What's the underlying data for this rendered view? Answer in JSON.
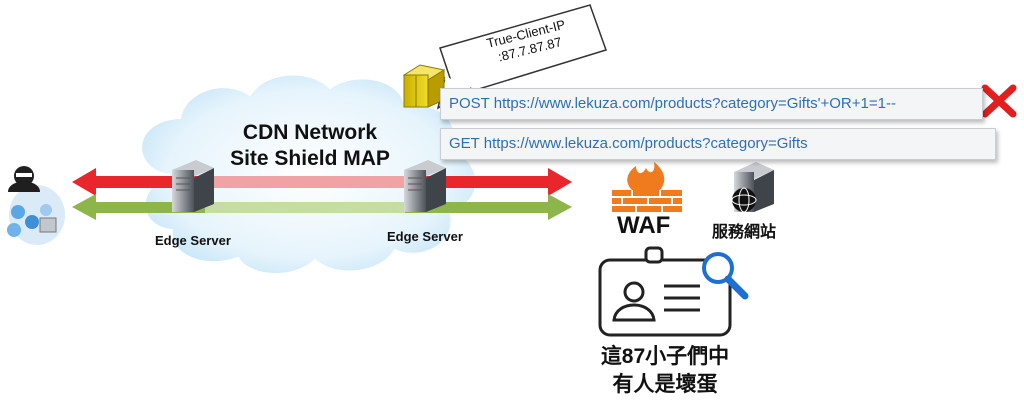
{
  "cloud": {
    "line1": "CDN Network",
    "line2": "Site Shield MAP"
  },
  "edge_left": {
    "label": "Edge Server"
  },
  "edge_right": {
    "label": "Edge Server"
  },
  "callout": {
    "line1": "True-Client-IP",
    "line2": ":87.7.87.87"
  },
  "requests": {
    "malicious": "POST https://www.lekuza.com/products?category=Gifts'+OR+1=1--",
    "normal": "GET https://www.lekuza.com/products?category=Gifts"
  },
  "waf": {
    "label": "WAF"
  },
  "website": {
    "label": "服務網站"
  },
  "conclusion": {
    "line1": "這87小子們中",
    "line2": "有人是壞蛋"
  },
  "colors": {
    "attack_arrow": "#e8262b",
    "normal_arrow": "#8db54a",
    "firewall": "#f07a1e",
    "magnifier": "#1f6fd1",
    "reject_x": "#e11f1f",
    "request_text": "#2f6fb0"
  }
}
